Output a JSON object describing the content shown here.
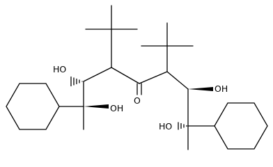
{
  "labels": {
    "oh_left_upper": "HO",
    "oh_left_lower": "OH",
    "carbonyl_o": "O",
    "oh_right_upper": "OH",
    "oh_right_lower": "HO"
  }
}
